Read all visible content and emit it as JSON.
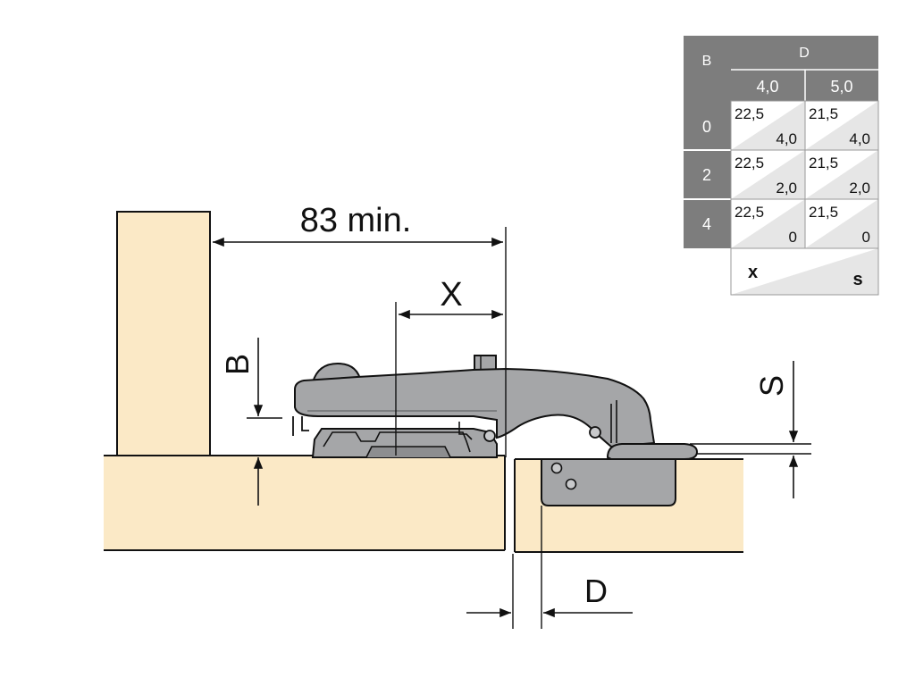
{
  "colors": {
    "wood": "#fbe9c6",
    "metal": "#a5a6a8",
    "metal_dark": "#6f7072",
    "line": "#111111",
    "table_header": "#7d7d7d",
    "table_cell": "#ffffff",
    "table_shade": "#e6e6e6"
  },
  "labels": {
    "dim_83": "83 min.",
    "dim_x": "X",
    "dim_b": "B",
    "dim_s": "S",
    "dim_d": "D"
  },
  "table": {
    "header_b": "B",
    "header_d": "D",
    "d_values": [
      "4,0",
      "5,0"
    ],
    "rows": [
      {
        "b": "0",
        "cells": [
          {
            "x": "22,5",
            "s": "4,0"
          },
          {
            "x": "21,5",
            "s": "4,0"
          }
        ]
      },
      {
        "b": "2",
        "cells": [
          {
            "x": "22,5",
            "s": "2,0"
          },
          {
            "x": "21,5",
            "s": "2,0"
          }
        ]
      },
      {
        "b": "4",
        "cells": [
          {
            "x": "22,5",
            "s": "0"
          },
          {
            "x": "21,5",
            "s": "0"
          }
        ]
      }
    ],
    "legend_x": "x",
    "legend_s": "s"
  }
}
